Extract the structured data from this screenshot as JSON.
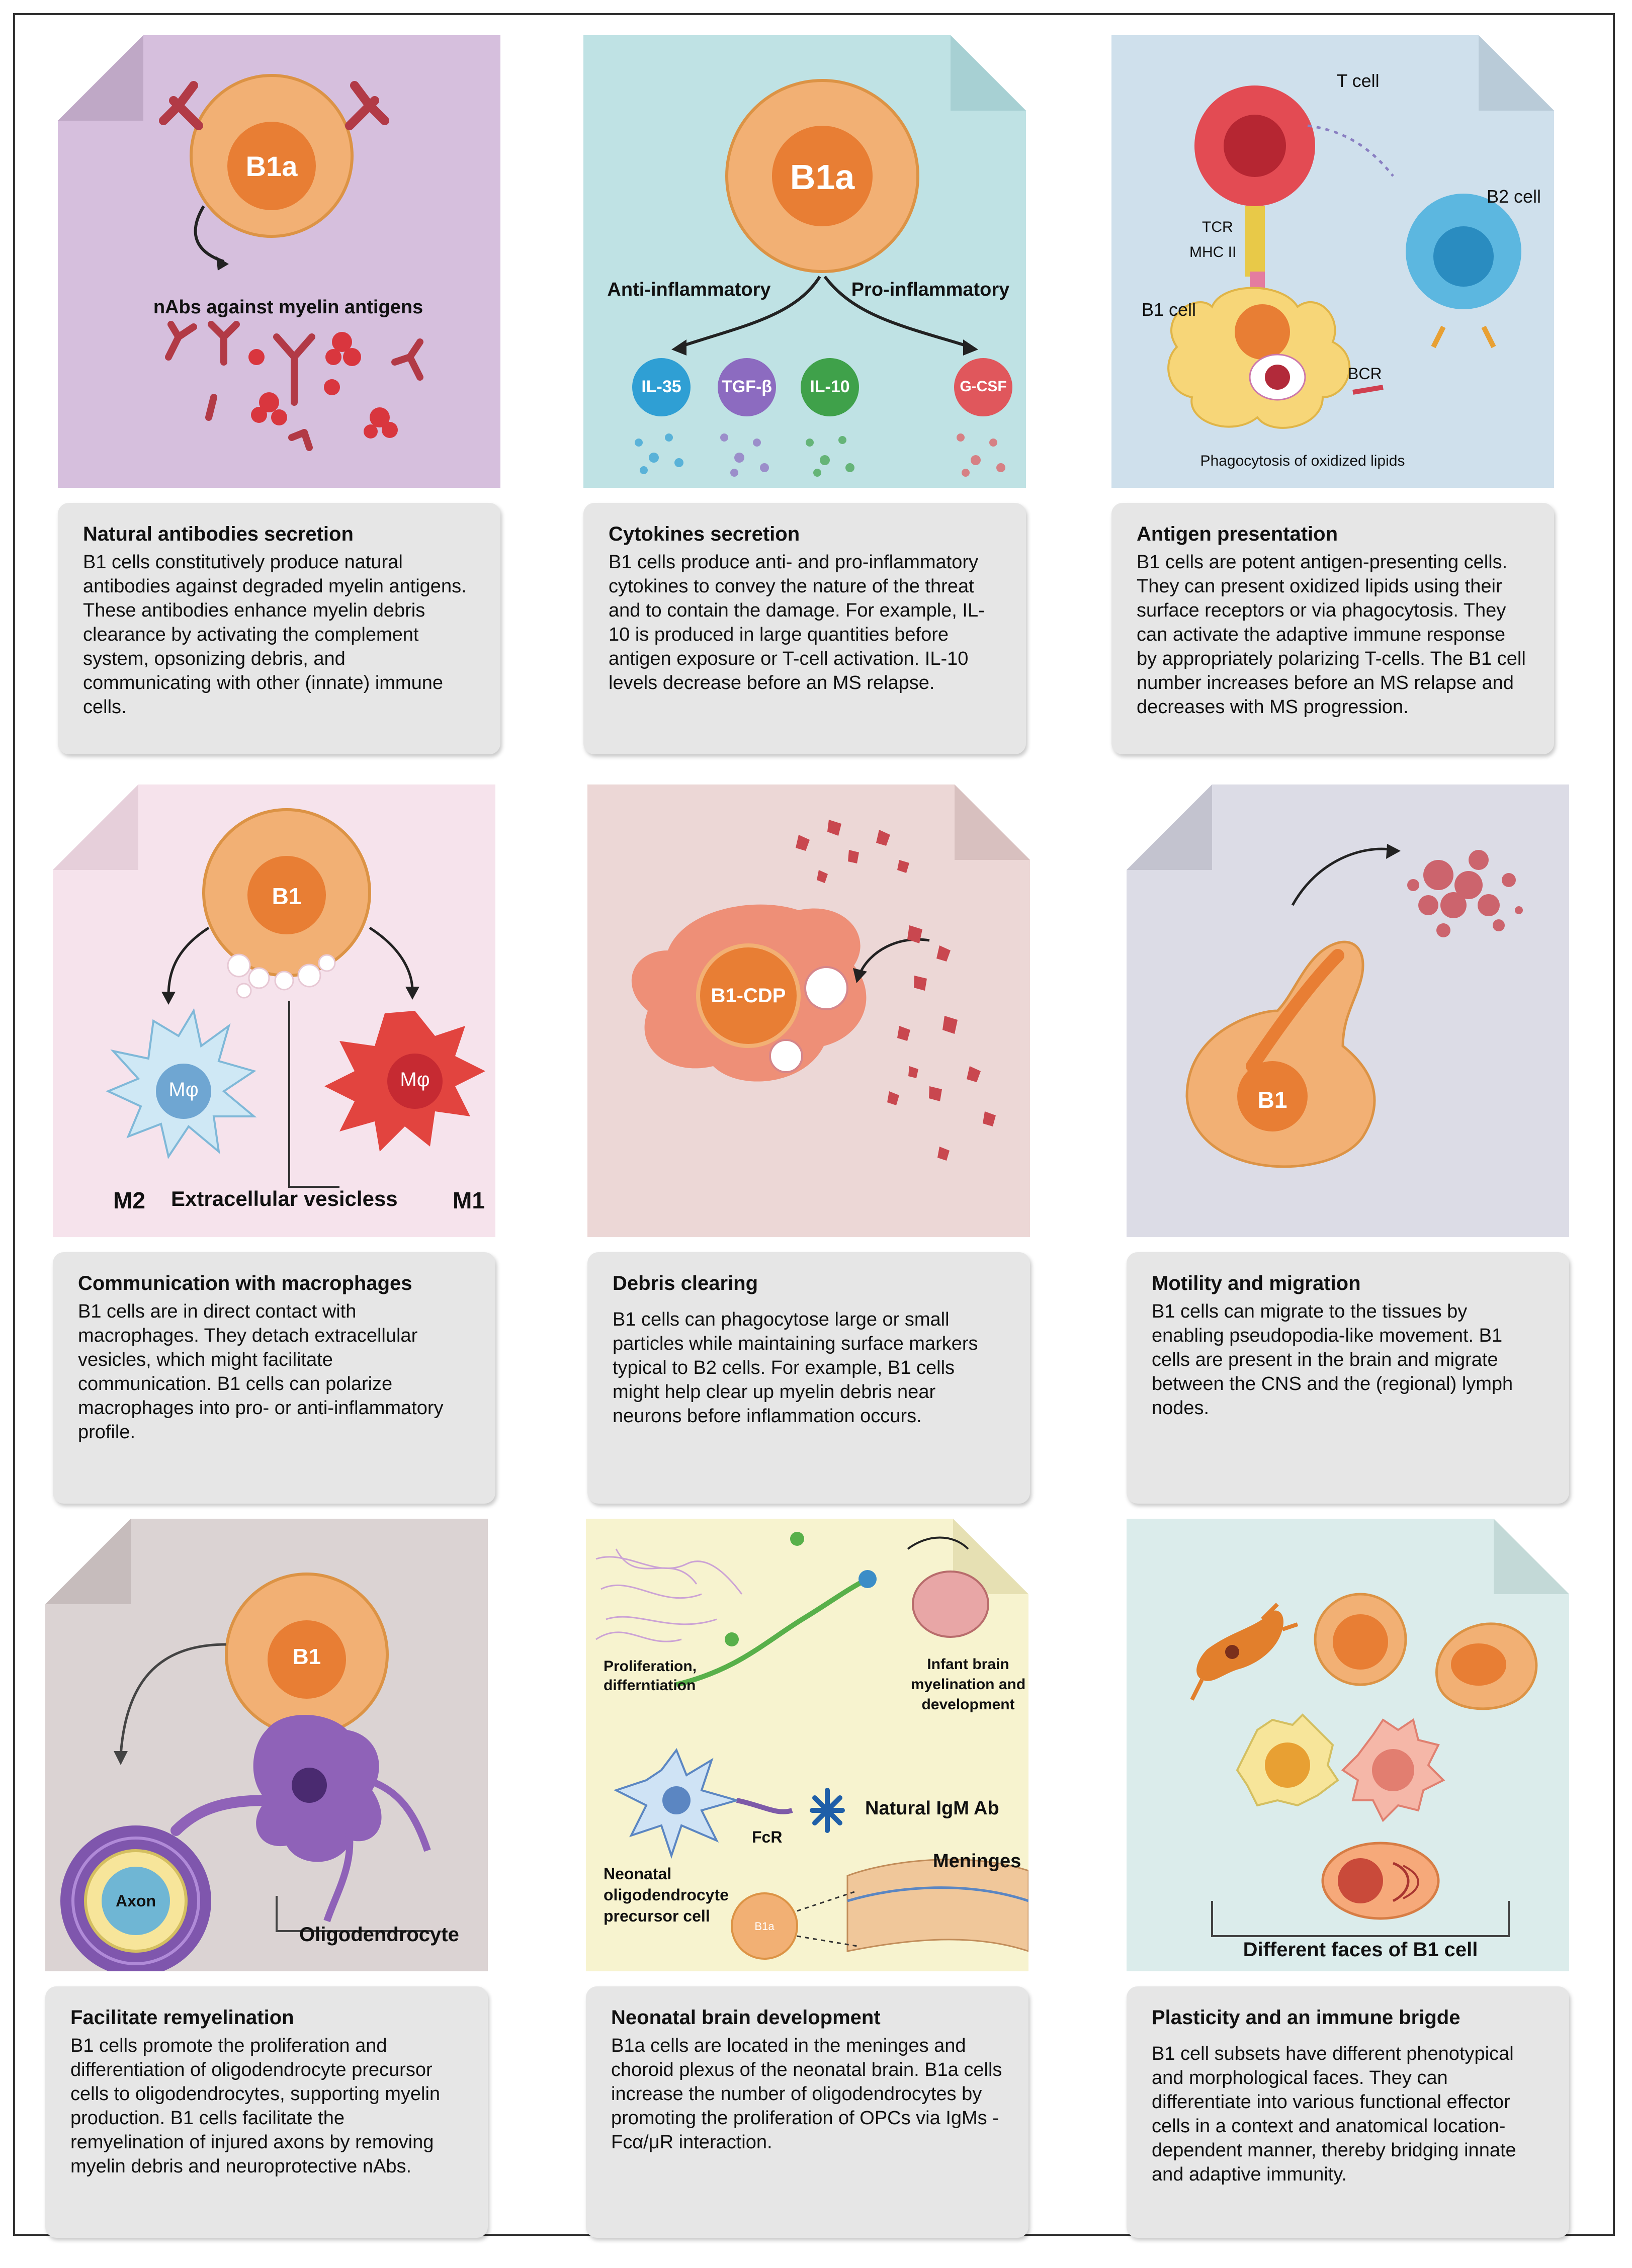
{
  "panels": [
    {
      "title": "Natural antibodies  secretion",
      "body": "B1 cells constitutively produce natural antibodies against degraded myelin antigens. These antibodies enhance myelin debris clearance by activating the complement system, opsonizing debris, and communicating with other (innate) immune cells.",
      "labels": {
        "cell": "B1a",
        "caption": "nAbs against myelin antigens"
      },
      "colors": {
        "bg": "#d6bfdd"
      }
    },
    {
      "title": "Cytokines secretion",
      "body": "B1 cells produce anti- and pro-inflammatory cytokines to convey the nature of the threat and to contain the damage. For example, IL-10 is produced in large quantities before antigen exposure or T-cell activation. IL-10 levels decrease before an MS relapse.",
      "labels": {
        "cell": "B1a",
        "anti": "Anti-inflammatory",
        "pro": "Pro-inflammatory",
        "il35": "IL-35",
        "tgfb": "TGF-β",
        "il10": "IL-10",
        "gcsf": "G-CSF"
      },
      "colors": {
        "bg": "#bfe2e4"
      }
    },
    {
      "title": "Antigen presentation",
      "body": "B1 cells are potent antigen-presenting cells. They can present oxidized lipids using their surface receptors or via phagocytosis. They can activate the adaptive immune response by appropriately polarizing T-cells. The B1 cell number increases before an MS relapse and decreases with MS progression.",
      "labels": {
        "tcell": "T cell",
        "b2cell": "B2 cell",
        "tcr": "TCR",
        "mhc": "MHC II",
        "b1cell": "B1 cell",
        "bcr": "BCR",
        "phago": "Phagocytosis of oxidized lipids"
      },
      "colors": {
        "bg": "#cfe0ec"
      }
    },
    {
      "title": "Communication with macrophages",
      "body": "B1 cells are in direct contact with macrophages. They detach extracellular vesicles, which might facilitate communication. B1 cells can polarize macrophages into pro- or anti-inflammatory profile.",
      "labels": {
        "cell": "B1",
        "m2": "M2",
        "m1": "M1",
        "vesicles": "Extracellular vesicless",
        "mphi": "Mφ"
      },
      "colors": {
        "bg": "#f6e3ec"
      }
    },
    {
      "title": "Debris clearing",
      "body": "B1 cells can phagocytose large or small particles while maintaining surface markers typical to B2 cells. For example, B1 cells might help clear up myelin debris near neurons before inflammation occurs.",
      "labels": {
        "cell": "B1-CDP"
      },
      "colors": {
        "bg": "#ecd7d6"
      }
    },
    {
      "title": "Motility and migration",
      "body": "B1 cells can migrate to the tissues by enabling pseudopodia-like movement. B1 cells are present in the brain and migrate between the CNS and the (regional) lymph nodes.",
      "labels": {
        "cell": "B1"
      },
      "colors": {
        "bg": "#dcdce6"
      }
    },
    {
      "title": "Facilitate remyelination",
      "body": "B1 cells promote the proliferation and differentiation of oligodendrocyte precursor cells to oligodendrocytes, supporting myelin production. B1 cells facilitate the remyelination of injured axons by removing myelin debris and neuroprotective nAbs.",
      "labels": {
        "cell": "B1",
        "axon": "Axon",
        "oligo": "Oligodendrocyte"
      },
      "colors": {
        "bg": "#dbd3d3"
      }
    },
    {
      "title": "Neonatal brain development",
      "body": "B1a cells are located in the meninges and choroid plexus of the neonatal brain. B1a cells increase the number of oligodendrocytes by promoting the proliferation of OPCs via IgMs - Fcα/μR interaction.",
      "labels": {
        "prolif": "Proliferation, differntiation",
        "infant": "Infant brain myelination and development",
        "igm": "Natural IgM Ab",
        "fcr": "FcR",
        "neonatal": "Neonatal oligodendrocyte precursor cell",
        "meninges": "Meninges",
        "b1a": "B1a"
      },
      "colors": {
        "bg": "#f7f3cf"
      }
    },
    {
      "title": "Plasticity and an immune brigde",
      "body": "B1 cell subsets have different phenotypical and morphological faces. They can differentiate into various functional effector cells in a context and anatomical location-dependent manner, thereby bridging innate and adaptive immunity.",
      "labels": {
        "caption": "Different faces of B1 cell"
      },
      "colors": {
        "bg": "#dbeceb"
      }
    }
  ]
}
